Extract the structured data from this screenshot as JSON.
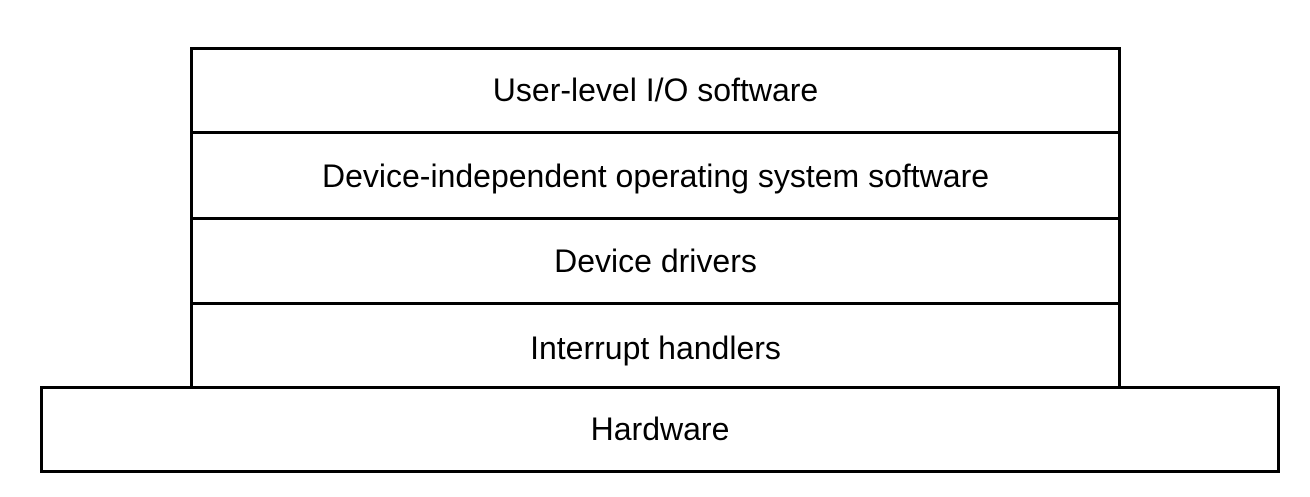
{
  "diagram": {
    "layers": [
      {
        "label": "User-level I/O software"
      },
      {
        "label": "Device-independent operating system software"
      },
      {
        "label": "Device drivers"
      },
      {
        "label": "Interrupt handlers"
      }
    ],
    "base": {
      "label": "Hardware"
    }
  }
}
